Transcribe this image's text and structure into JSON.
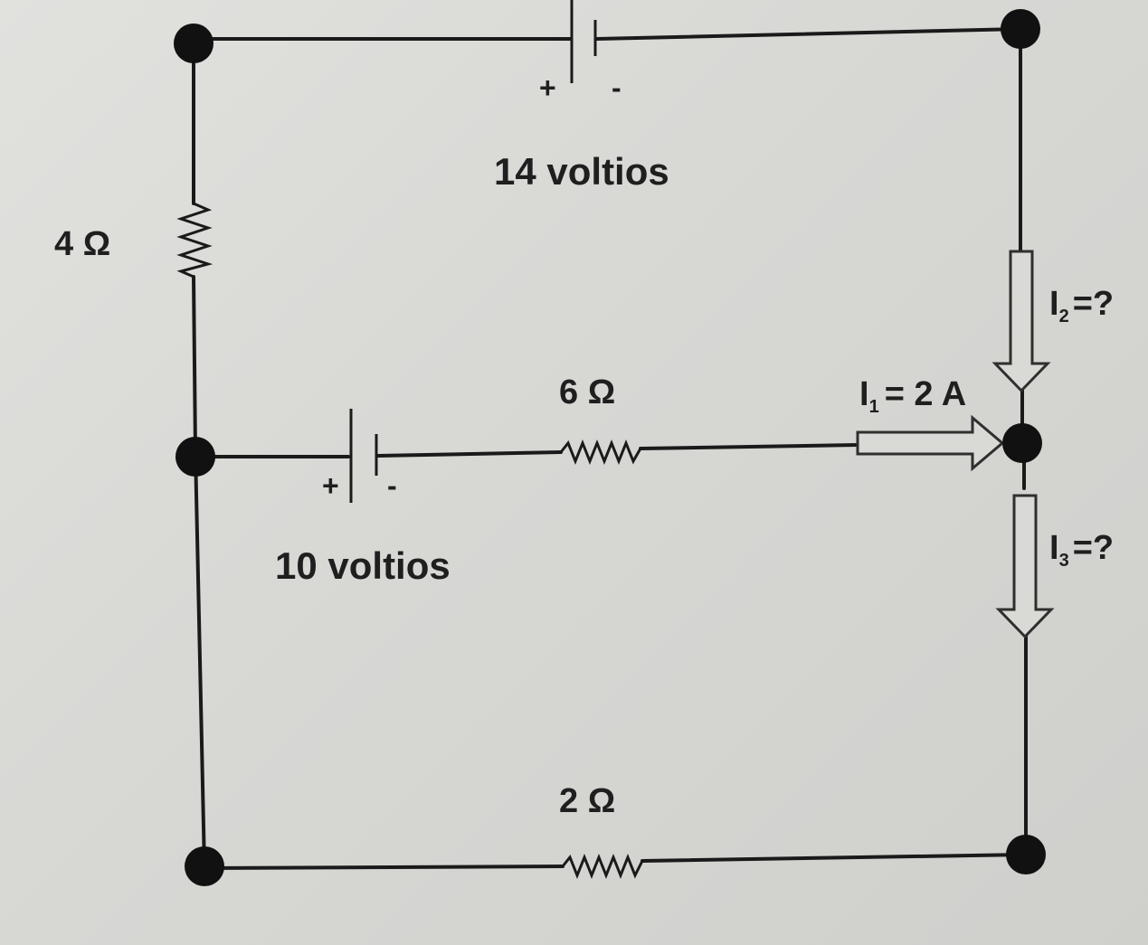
{
  "battery_top": {
    "voltage_label": "14 voltios",
    "plus": "+",
    "minus": "-"
  },
  "battery_mid": {
    "voltage_label": "10 voltios",
    "plus": "+",
    "minus": "-"
  },
  "resistors": {
    "left": "4 Ω",
    "middle": "6 Ω",
    "bottom": "2 Ω"
  },
  "currents": {
    "i1_prefix": "I",
    "i1_sub": "1",
    "i1_suffix": "= 2 A",
    "i2_prefix": "I",
    "i2_sub": "2",
    "i2_suffix": "=?",
    "i3_prefix": "I",
    "i3_sub": "3",
    "i3_suffix": "=?"
  },
  "colors": {
    "wire": "#1a1a1a",
    "node": "#111111",
    "background": "#d9d9d6"
  }
}
